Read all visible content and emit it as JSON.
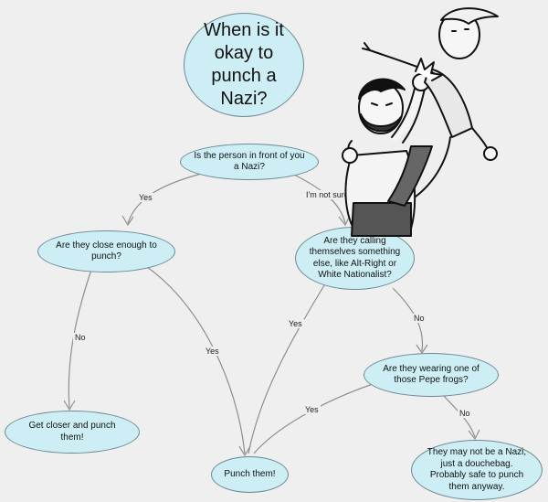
{
  "title": "When is it okay to punch a Nazi?",
  "nodes": {
    "q1": "Is the person in front of you a Nazi?",
    "q_close": "Are they close enough to punch?",
    "q_calling": "Are they calling themselves something else, like Alt-Right or White Nationalist?",
    "q_pepe": "Are they wearing one of those Pepe frogs?",
    "a_closer": "Get closer and punch them!",
    "a_punch": "Punch them!",
    "a_maybe": "They may not be a Nazi, just a douchebag. Probably safe to punch them anyway."
  },
  "edges": {
    "yes_1": "Yes",
    "not_sure": "I'm not sure",
    "no_close": "No",
    "yes_close": "Yes",
    "yes_calling": "Yes",
    "no_calling": "No",
    "yes_pepe": "Yes",
    "no_pepe": "No"
  },
  "colors": {
    "node_fill": "#cdeef5",
    "node_stroke": "#6b8a93",
    "arrow": "#8e8e8e",
    "background": "#efefef"
  },
  "illustration": "cartoon of a man punching another man"
}
